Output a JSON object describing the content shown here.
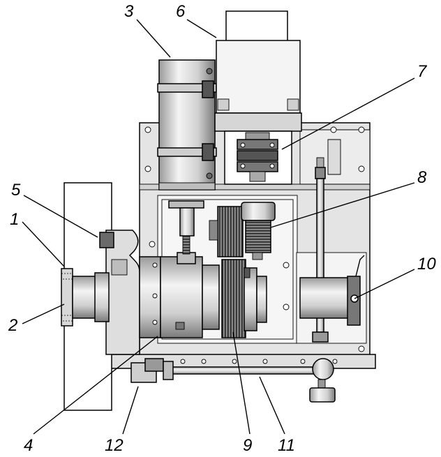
{
  "callouts": [
    {
      "id": "1",
      "text": "1"
    },
    {
      "id": "2",
      "text": "2"
    },
    {
      "id": "3",
      "text": "3"
    },
    {
      "id": "4",
      "text": "4"
    },
    {
      "id": "5",
      "text": "5"
    },
    {
      "id": "6",
      "text": "6"
    },
    {
      "id": "7",
      "text": "7"
    },
    {
      "id": "8",
      "text": "8"
    },
    {
      "id": "9",
      "text": "9"
    },
    {
      "id": "10",
      "text": "10"
    },
    {
      "id": "11",
      "text": "11"
    },
    {
      "id": "12",
      "text": "12"
    }
  ],
  "colors": {
    "housing": "#e4e4e4",
    "dark_metal": "#555555",
    "light_metal": "#f2f2f2",
    "outline": "#000000"
  }
}
